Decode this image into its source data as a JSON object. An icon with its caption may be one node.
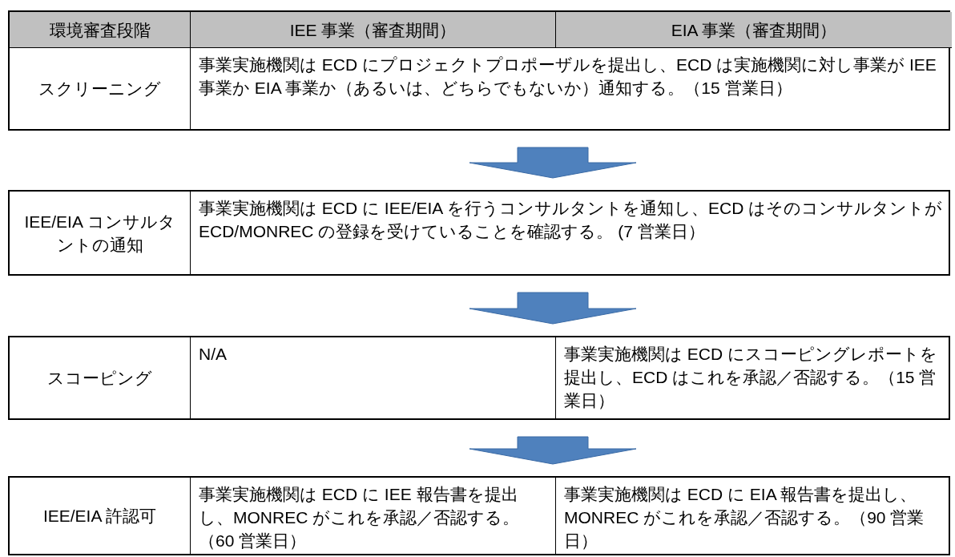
{
  "diagram": {
    "nodes": [
      {
        "text": [],
        "shape": "box"
      },
      {
        "text": [
          "環境審査段階"
        ],
        "in": 0
      },
      {
        "text": [
          "IEE 事業（審査期間）"
        ],
        "in": 0
      },
      {
        "text": [
          "EIA 事業（審査期間）"
        ],
        "in": 0
      },
      {
        "text": [
          "スクリーニング"
        ],
        "in": 0
      },
      {
        "text": [
          "事業実施機関は ECD にプロジェクトプロポーザルを提出し、ECD は実施機関に対し事業が IEE 事業か EIA 事業か（あるいは、どちらでもないか）通知する。（15 営業日）"
        ],
        "in": 0
      },
      {
        "text": [],
        "shape": "box"
      },
      {
        "text": [
          "IEE/EIA コンサルタントの通知"
        ],
        "in": 6
      },
      {
        "text": [
          "事業実施機関は ECD に IEE/EIA を行うコンサルタントを通知し、ECD はそのコンサルタントが ECD/MONREC の登録を受けていることを確認する。 (7 営業日）"
        ],
        "in": 6
      },
      {
        "text": [],
        "shape": "box"
      },
      {
        "text": [
          "スコーピング"
        ],
        "in": 9
      },
      {
        "text": [
          "N/A"
        ],
        "in": 9
      },
      {
        "text": [
          "事業実施機関は ECD にスコーピングレポートを提出し、ECD はこれを承認／否認する。（15 営業日）"
        ],
        "in": 9
      },
      {
        "text": [],
        "shape": "box"
      },
      {
        "text": [
          "IEE/EIA 許認可"
        ],
        "in": 13
      },
      {
        "text": [
          "事業実施機関は ECD に IEE 報告書を提出し、MONREC がこれを承認／否認する。（60 営業日）"
        ],
        "in": 13
      },
      {
        "text": [
          "事業実施機関は ECD に EIA 報告書を提出し、MONREC がこれを承認／否認する。（90 営業日）"
        ],
        "in": 13
      }
    ],
    "edges": [
      {
        "from": 0,
        "to": 6,
        "arrow": "to",
        "style": "thick"
      },
      {
        "from": 6,
        "to": 9,
        "arrow": "to",
        "style": "thick"
      },
      {
        "from": 9,
        "to": 13,
        "arrow": "to",
        "style": "thick"
      }
    ]
  }
}
